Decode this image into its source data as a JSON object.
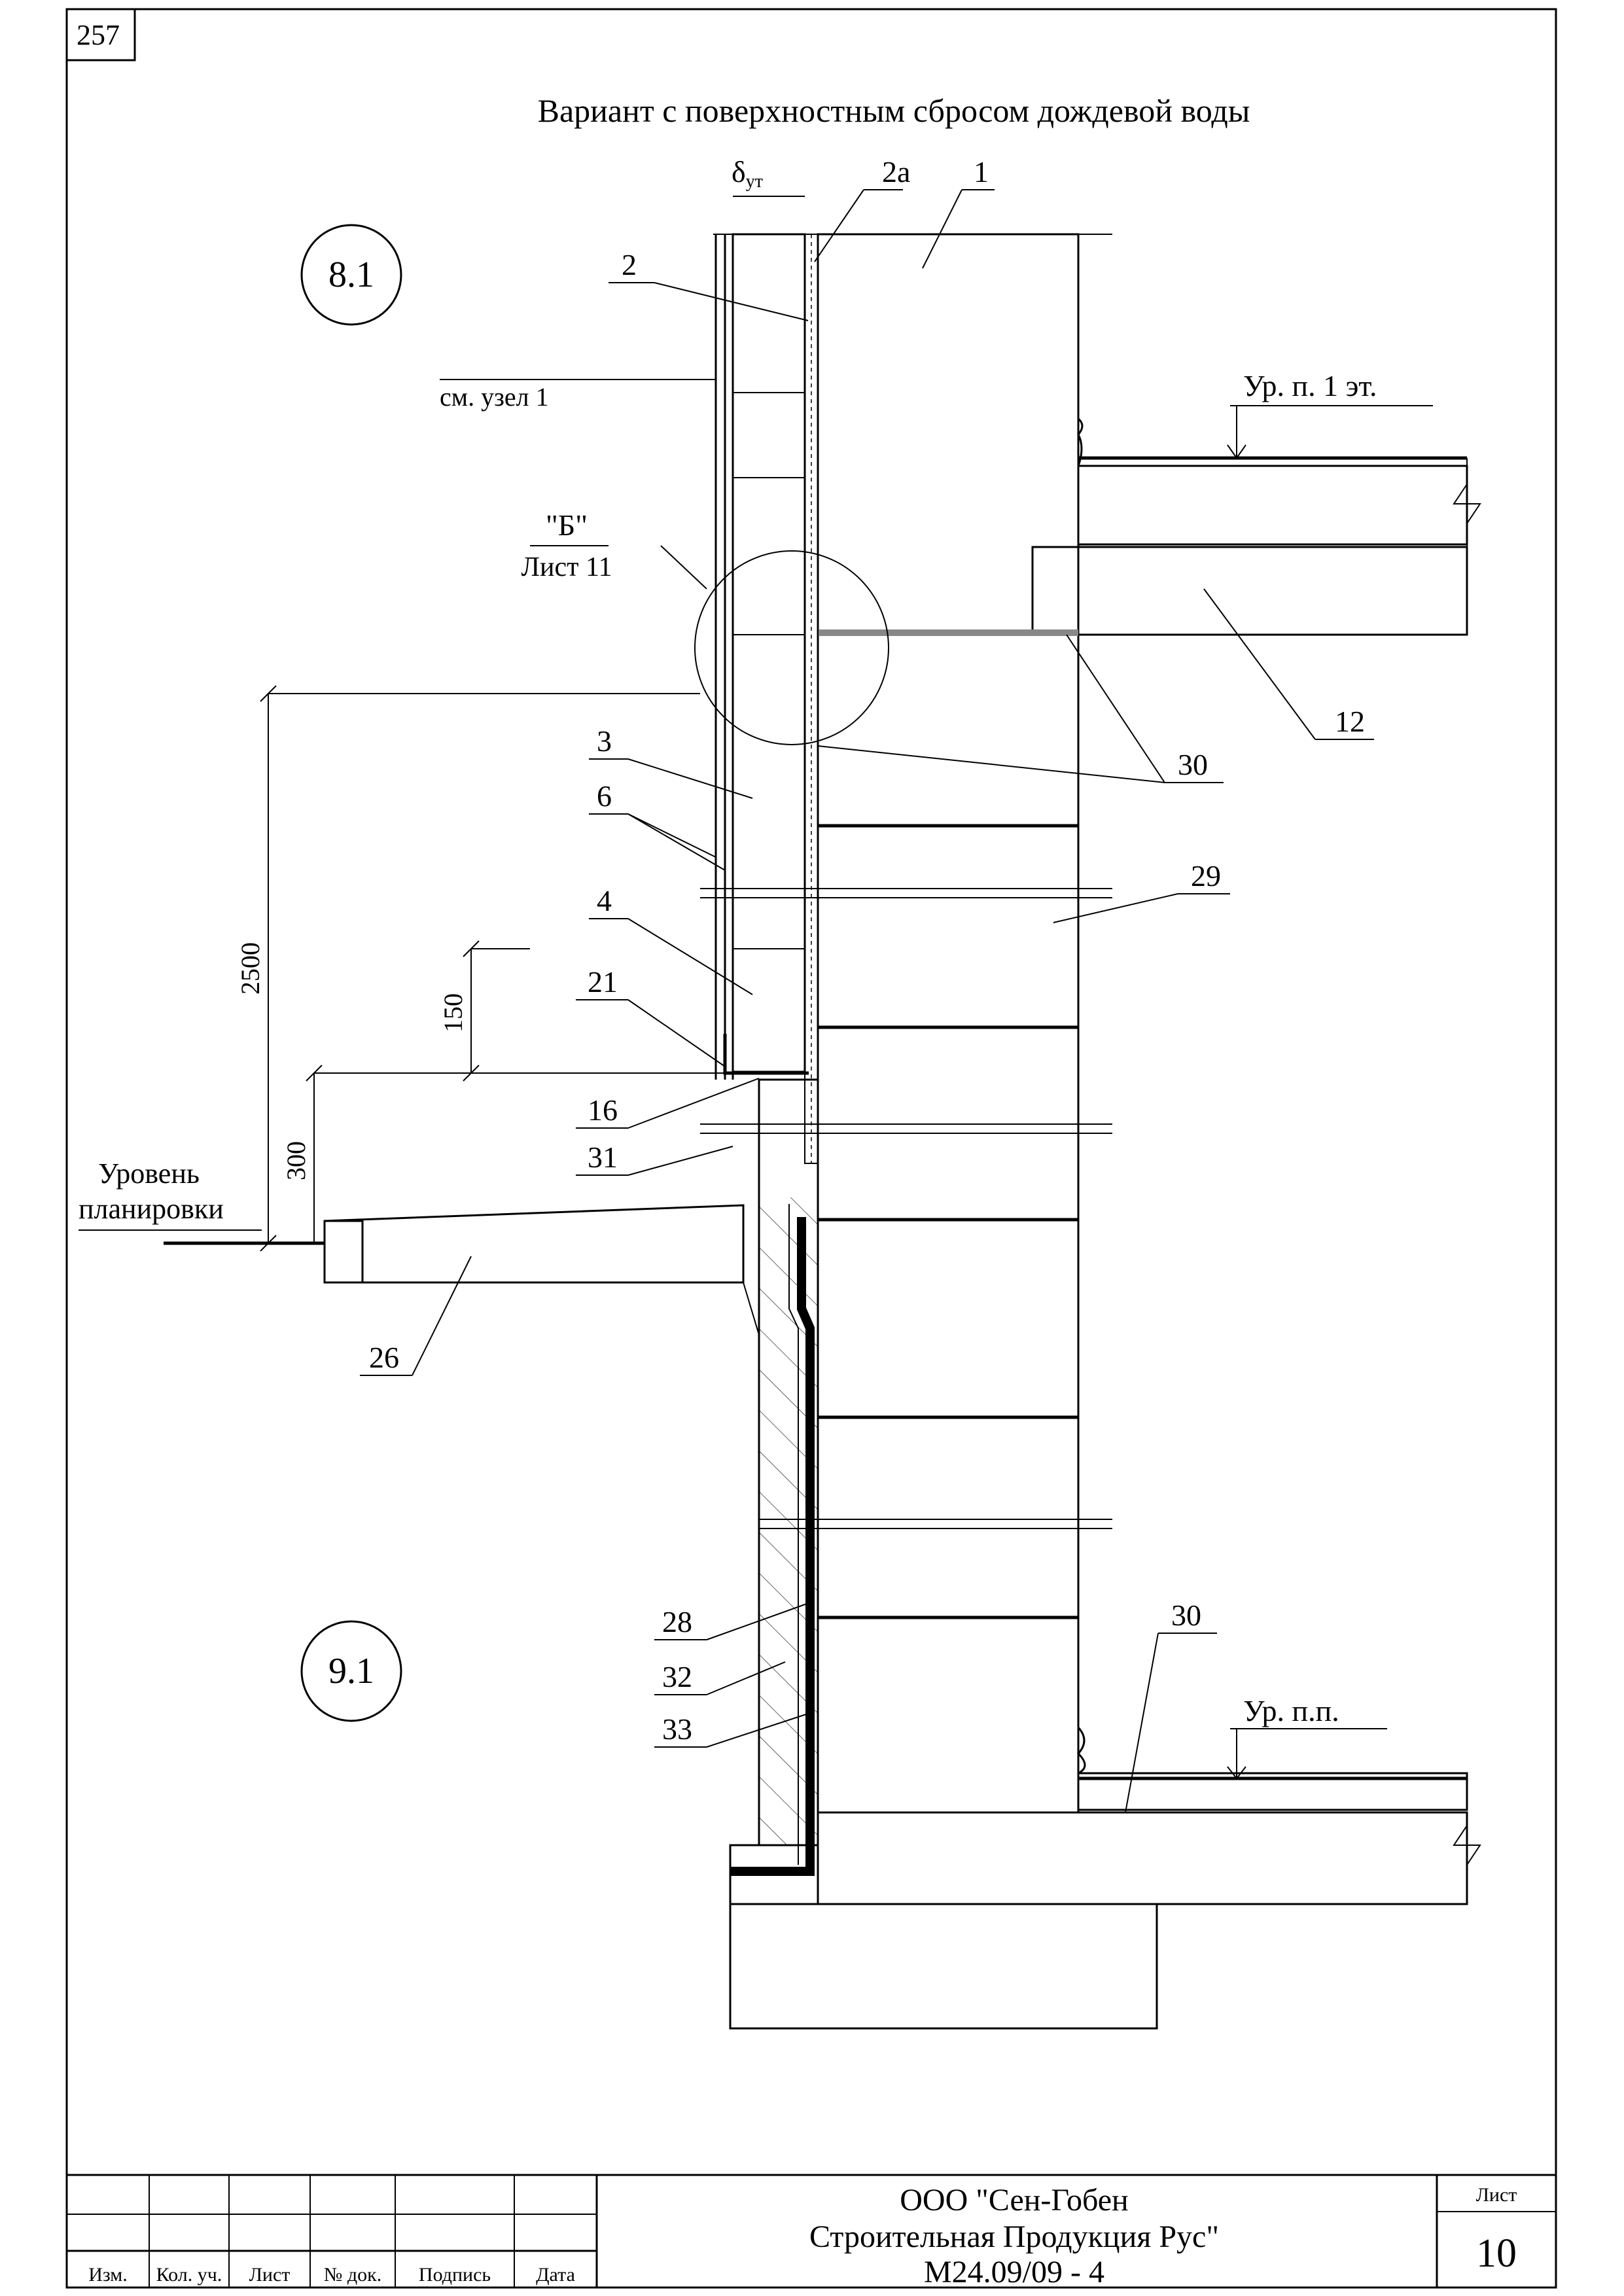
{
  "page_number": "257",
  "title": "Вариант с поверхностным сбросом дождевой воды",
  "node_markers": [
    "8.1",
    "9.1"
  ],
  "labels": {
    "delta": "δ",
    "delta_sub": "ут",
    "see_node": "см. узел 1",
    "ref_b": "\"Б\"",
    "ref_sheet": "Лист 11",
    "level_floor1": "Ур. п. 1 эт.",
    "level_floor0": "Ур. п.п.",
    "ground_level_1": "Уровень",
    "ground_level_2": "планировки"
  },
  "callouts": {
    "c2a": "2а",
    "c1": "1",
    "c2": "2",
    "c12": "12",
    "c30a": "30",
    "c3": "3",
    "c6": "6",
    "c29": "29",
    "c4": "4",
    "c21": "21",
    "c16": "16",
    "c31": "31",
    "c26": "26",
    "c28": "28",
    "c32": "32",
    "c33": "33",
    "c30b": "30"
  },
  "dimensions": {
    "d2500": "2500",
    "d150": "150",
    "d300": "300"
  },
  "title_block": {
    "col_izm": "Изм.",
    "col_kol": "Кол. уч.",
    "col_list": "Лист",
    "col_doc": "№ док.",
    "col_sign": "Подпись",
    "col_date": "Дата",
    "org_line1": "ООО \"Сен-Гобен",
    "org_line2": "Строительная Продукция Рус\"",
    "doc_code": "М24.09/09 - 4",
    "sheet_label": "Лист",
    "sheet_number": "10"
  }
}
